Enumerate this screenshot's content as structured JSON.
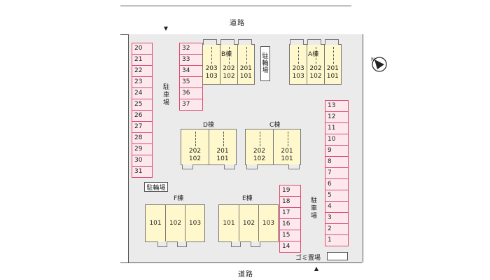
{
  "roads": {
    "top_label": "道路",
    "bottom_label": "道路"
  },
  "parking_label": "駐車場",
  "bicycle_label": "駐輪場",
  "garbage_label": "ゴミ置場",
  "compass": {
    "symbol": "N"
  },
  "spots": {
    "left_column": [
      "20",
      "21",
      "22",
      "23",
      "24",
      "25",
      "26",
      "27",
      "28",
      "29",
      "30",
      "31"
    ],
    "middle_column": [
      "32",
      "33",
      "34",
      "35",
      "36",
      "37"
    ],
    "right_column": [
      "13",
      "12",
      "11",
      "10",
      "9",
      "8",
      "7",
      "6",
      "5",
      "4",
      "3",
      "2",
      "1"
    ],
    "e_side": [
      "19",
      "18",
      "17",
      "16",
      "15",
      "14"
    ]
  },
  "buildings": {
    "B": {
      "name": "B棟",
      "units": [
        {
          "upper": "203",
          "lower": "103"
        },
        {
          "upper": "202",
          "lower": "102"
        },
        {
          "upper": "201",
          "lower": "101"
        }
      ]
    },
    "A": {
      "name": "A棟",
      "units": [
        {
          "upper": "203",
          "lower": "103"
        },
        {
          "upper": "202",
          "lower": "102"
        },
        {
          "upper": "201",
          "lower": "101"
        }
      ]
    },
    "D": {
      "name": "D棟",
      "units": [
        {
          "upper": "202",
          "lower": "102"
        },
        {
          "upper": "201",
          "lower": "101"
        }
      ]
    },
    "C": {
      "name": "C棟",
      "units": [
        {
          "upper": "202",
          "lower": "102"
        },
        {
          "upper": "201",
          "lower": "101"
        }
      ]
    },
    "F": {
      "name": "F棟",
      "units": [
        {
          "lower": "101"
        },
        {
          "lower": "102"
        },
        {
          "lower": "103"
        }
      ]
    },
    "E": {
      "name": "E棟",
      "units": [
        {
          "lower": "101"
        },
        {
          "lower": "102"
        },
        {
          "lower": "103"
        }
      ]
    }
  },
  "colors": {
    "spot_fill": "#fde8ee",
    "spot_border": "#d94b6e",
    "building_fill": "#fff8cc",
    "lot_fill": "#ebebeb"
  }
}
